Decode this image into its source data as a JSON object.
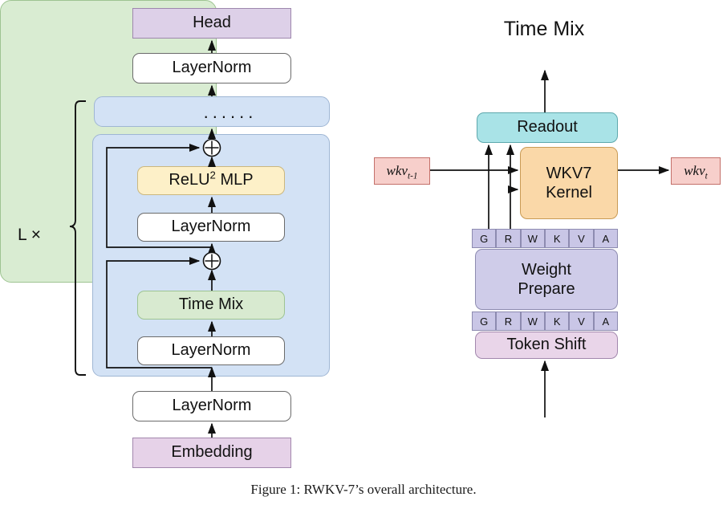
{
  "caption": "Figure 1: RWKV-7’s overall architecture.",
  "left_panel": {
    "loop_label": "L ×",
    "ellipsis": "......",
    "nodes": {
      "head": "Head",
      "layernorm_final": "LayerNorm",
      "relu2_mlp_base": "ReLU",
      "relu2_mlp_exp": "2",
      "relu2_mlp_tail": " MLP",
      "layernorm_mlp": "LayerNorm",
      "time_mix": "Time Mix",
      "layernorm_timemix": "LayerNorm",
      "layernorm_input": "LayerNorm",
      "embedding": "Embedding"
    },
    "add_symbol": "⊕"
  },
  "right_panel": {
    "title": "Time Mix",
    "nodes": {
      "readout": "Readout",
      "wkv7_kernel_line1": "WKV7",
      "wkv7_kernel_line2": "Kernel",
      "weight_prepare_line1": "Weight",
      "weight_prepare_line2": "Prepare",
      "token_shift": "Token Shift"
    },
    "state_in": {
      "base": "wkv",
      "sub": "t-1"
    },
    "state_out": {
      "base": "wkv",
      "sub": "t"
    },
    "gates": [
      "G",
      "R",
      "W",
      "K",
      "V",
      "A"
    ]
  },
  "colors": {
    "head": "#ddd0e8",
    "embedding": "#e6d2e8",
    "block_blue": "#d3e2f5",
    "mlp_yellow": "#fdf0c8",
    "time_mix_green": "#d8ead0",
    "container_green": "#d9ecd2",
    "readout_cyan": "#a9e3e7",
    "wkv7_orange": "#fad8a8",
    "weight_prepare_purple": "#cfcce9",
    "token_shift_pink": "#e9d5e9",
    "state_red": "#f7cfcb",
    "white": "#ffffff",
    "stroke": "#6b6b6b"
  }
}
